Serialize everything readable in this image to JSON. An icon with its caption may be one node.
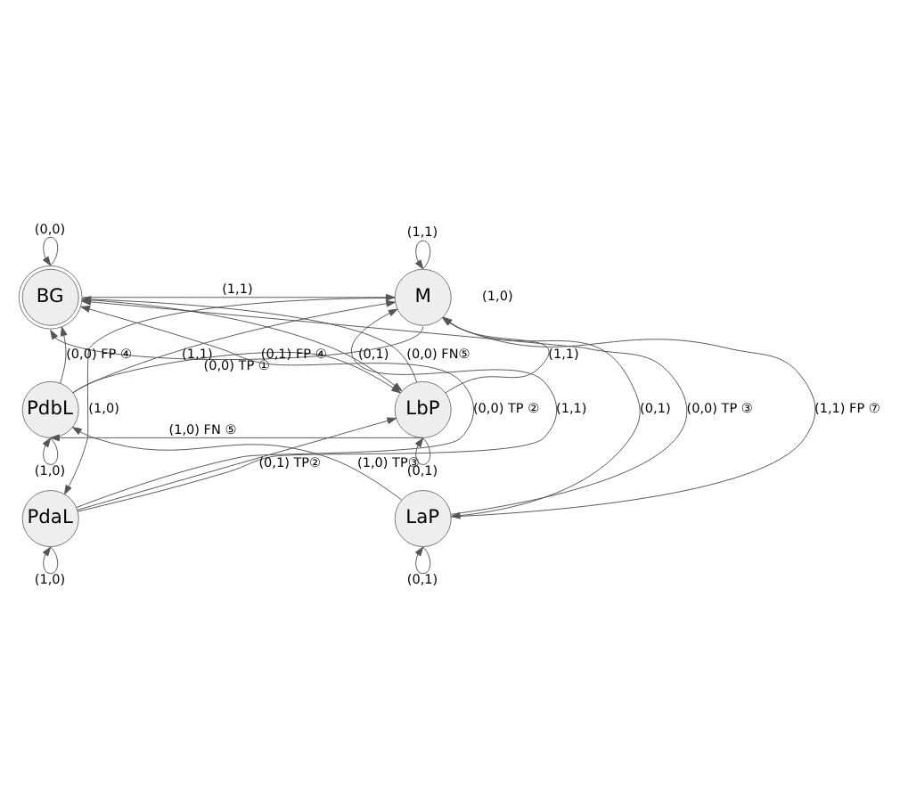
{
  "diagram": {
    "nodes": [
      {
        "text": [
          "BG"
        ]
      },
      {
        "text": [
          "M"
        ]
      },
      {
        "text": [
          "PdbL"
        ]
      },
      {
        "text": [
          "LbP"
        ]
      },
      {
        "text": [
          "PdaL"
        ]
      },
      {
        "text": [
          "LaP"
        ]
      }
    ],
    "edges": [
      {
        "from": 0,
        "to": 0,
        "arrow": "to",
        "label": "(0,0)"
      },
      {
        "from": 1,
        "to": 1,
        "arrow": "to",
        "label": "(1,1)"
      },
      {
        "from": 0,
        "to": 1,
        "arrow": "to",
        "label": "(1,1)"
      },
      {
        "from": 1,
        "to": 0,
        "arrow": "to",
        "label": "(0,0) TP ①"
      },
      {
        "from": 1,
        "to": 5,
        "arrow": "to",
        "label": "(0,1)"
      },
      {
        "from": 5,
        "to": 1,
        "arrow": "to",
        "label": "(1,1) FP ⑦"
      },
      {
        "from": 0,
        "to": 3,
        "arrow": "to",
        "label": "(0,1)"
      },
      {
        "from": 3,
        "to": 0,
        "arrow": "to",
        "label": "(0,0) FN⑤"
      },
      {
        "from": 2,
        "to": 0,
        "arrow": "to",
        "label": "(0,0) FP ④"
      },
      {
        "from": 2,
        "to": 1,
        "arrow": "to",
        "label": "(1,1)"
      },
      {
        "from": 3,
        "to": 1,
        "arrow": "to",
        "label": "(1,1)"
      },
      {
        "from": 2,
        "to": 3,
        "arrow": "to",
        "label": "(0,1) FP ④"
      },
      {
        "from": 3,
        "to": 2,
        "arrow": "to",
        "label": "(1,0) FN ⑤"
      },
      {
        "from": 2,
        "to": 2,
        "arrow": "to",
        "label": "(1,0)"
      },
      {
        "from": 3,
        "to": 3,
        "arrow": "to",
        "label": "(0,1)"
      },
      {
        "from": 4,
        "to": 1,
        "arrow": "to",
        "label": "(1,1)"
      },
      {
        "from": 1,
        "to": 4,
        "arrow": "to",
        "label": "(1,0)"
      },
      {
        "from": 4,
        "to": 3,
        "arrow": "to",
        "label": "(0,1) TP②"
      },
      {
        "from": 5,
        "to": 2,
        "arrow": "to",
        "label": "(1,0) TP③"
      },
      {
        "from": 4,
        "to": 0,
        "arrow": "to",
        "label": "(0,0) TP ②"
      },
      {
        "from": 5,
        "to": 0,
        "arrow": "to",
        "label": "(0,0) TP ③"
      },
      {
        "from": 4,
        "to": 4,
        "arrow": "to",
        "label": "(1,0)"
      },
      {
        "from": 5,
        "to": 5,
        "arrow": "to",
        "label": "(0,1)"
      }
    ],
    "labels": [
      "(1,0)"
    ]
  }
}
